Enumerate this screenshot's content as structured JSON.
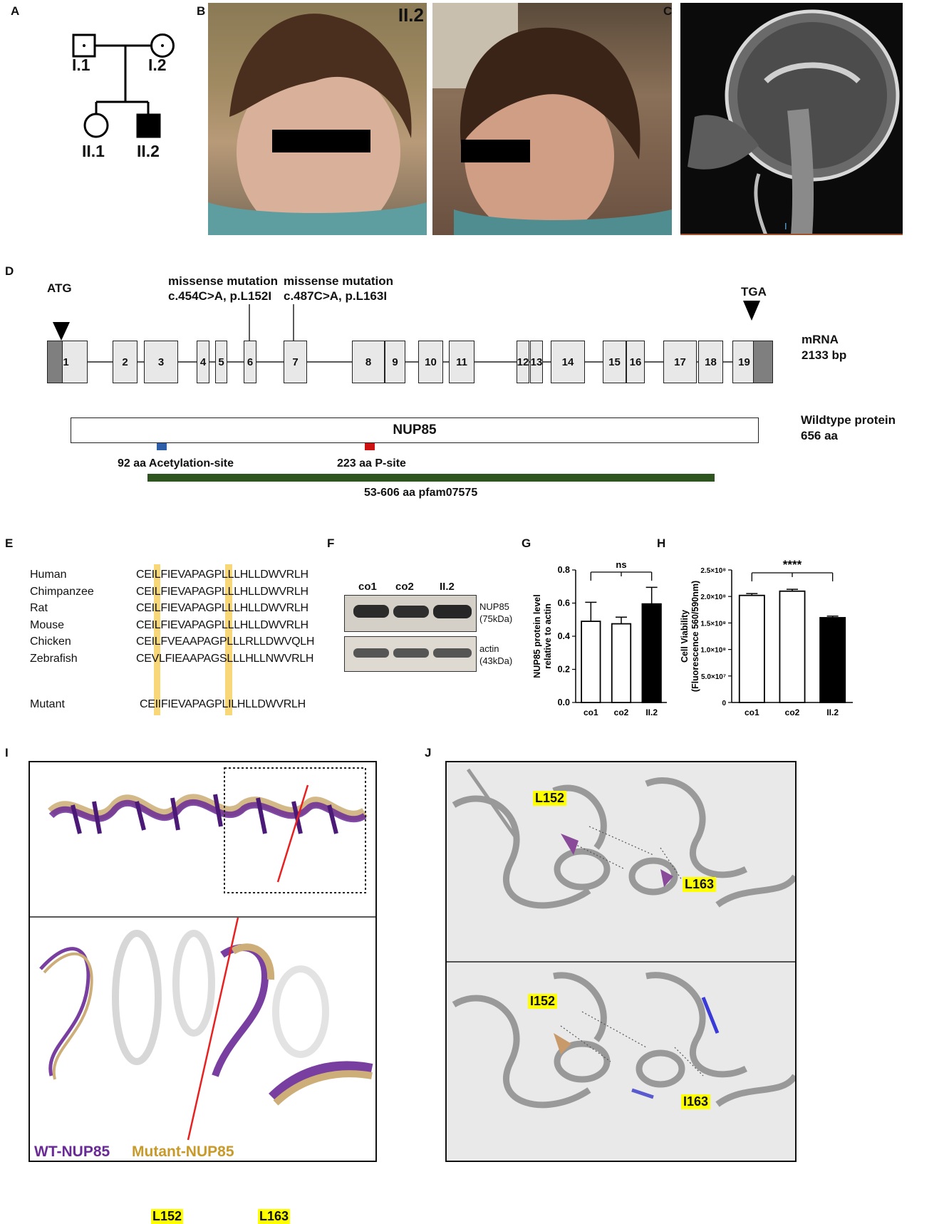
{
  "panels": {
    "A": "A",
    "B": "B",
    "C": "C",
    "D": "D",
    "E": "E",
    "F": "F",
    "G": "G",
    "H": "H",
    "I": "I",
    "J": "J"
  },
  "pedigree": {
    "father": "I.1",
    "mother": "I.2",
    "sister": "II.1",
    "proband": "II.2"
  },
  "photos": {
    "label": "II.2",
    "mri_marker": "I"
  },
  "gene": {
    "start_codon": "ATG",
    "stop_codon": "TGA",
    "mutation1_title": "missense mutation",
    "mutation1_detail": "c.454C>A, p.L152I",
    "mutation2_title": "missense mutation",
    "mutation2_detail": "c.487C>A, p.L163I",
    "exons": [
      "1",
      "2",
      "3",
      "4",
      "5",
      "6",
      "7",
      "8",
      "9",
      "10",
      "11",
      "12",
      "13",
      "14",
      "15",
      "16",
      "17",
      "18",
      "19"
    ],
    "mrna_label": "mRNA",
    "mrna_length": "2133 bp",
    "protein_name": "NUP85",
    "protein_label": "Wildtype protein",
    "protein_length": "656 aa",
    "site1": "92 aa Acetylation-site",
    "site2": "223 aa P-site",
    "domain": "53-606 aa pfam07575",
    "colors": {
      "utr": "#7f7f7f",
      "exon": "#e8e8e8",
      "acetylation": "#2f5ea8",
      "psite": "#cc1111",
      "domain": "#2e5520"
    }
  },
  "alignment": {
    "species": [
      "Human",
      "Chimpanzee",
      "Rat",
      "Mouse",
      "Chicken",
      "Zebrafish"
    ],
    "sequences": [
      "CEILFIEVAPAGPLLLHLLDWVRLH",
      "CEILFIEVAPAGPLLLHLLDWVRLH",
      "CEILFIEVAPAGPLLLHLLDWVRLH",
      "CEILFIEVAPAGPLLLHLLDWVRLH",
      "CEILFVEAAPAGPLLLRLLDWVQLH",
      "CEVLFIEAAPAGSLLLHLLNWVRLH"
    ],
    "mutant_label": "Mutant",
    "mutant_seq": "CEIIFIEVAPAGPLILHLLDWVRLH",
    "highlight_color": "#f7d777"
  },
  "western": {
    "lanes": [
      "co1",
      "co2",
      "II.2"
    ],
    "band1": "NUP85",
    "band1_kda": "(75kDa)",
    "band2": "actin",
    "band2_kda": "(43kDa)"
  },
  "chart_data": [
    {
      "type": "bar",
      "categories": [
        "co1",
        "co2",
        "II.2"
      ],
      "values": [
        0.49,
        0.475,
        0.595
      ],
      "errors": [
        0.115,
        0.04,
        0.1
      ],
      "fills": [
        "#ffffff",
        "#ffffff",
        "#000000"
      ],
      "ylabel": "NUP85 protein level relative to actin",
      "ylim": [
        0,
        0.8
      ],
      "yticks": [
        "0.0",
        "0.2",
        "0.4",
        "0.6",
        "0.8"
      ],
      "annotation": "ns"
    },
    {
      "type": "bar",
      "categories": [
        "co1",
        "co2",
        "II.2"
      ],
      "values": [
        202000000.0,
        210000000.0,
        160000000.0
      ],
      "errors": [
        3500000.0,
        3500000.0,
        3000000.0
      ],
      "fills": [
        "#ffffff",
        "#ffffff",
        "#000000"
      ],
      "ylabel": "Cell Viability (Fluorescence 560/590nm)",
      "ylim": [
        0,
        250000000.0
      ],
      "yticks": [
        "0",
        "5.0×10⁷",
        "1.0×10⁸",
        "1.5×10⁸",
        "2.0×10⁸",
        "2.5×10⁸"
      ],
      "annotation": "****"
    }
  ],
  "structure": {
    "label_a": "L152",
    "label_b": "L163",
    "legend_wt": "WT-NUP85",
    "legend_mut": "Mutant-NUP85",
    "wt_color": "#6a2a96",
    "mut_color": "#c8a66a",
    "mut_legend_color": "#c89a2a"
  },
  "residues": {
    "wt1": "L152",
    "wt2": "L163",
    "mut1": "I152",
    "mut2": "I163",
    "label_bg": "#ffff00"
  }
}
